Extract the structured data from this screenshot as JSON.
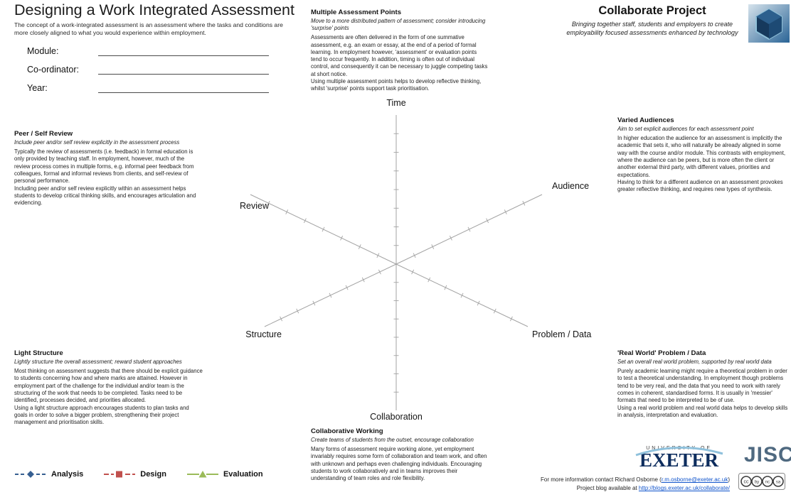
{
  "page": {
    "title": "Designing a Work Integrated Assessment",
    "subtitle": "The concept of a work-integrated assessment is an assessment where the tasks and conditions are more closely aligned to what you would experience within employment."
  },
  "form": {
    "fields": [
      {
        "label": "Module:"
      },
      {
        "label": "Co-ordinator:"
      },
      {
        "label": "Year:"
      }
    ]
  },
  "collaborate": {
    "title": "Collaborate Project",
    "tagline": "Bringing together staff, students and employers to create employability focused assessments enhanced by technology"
  },
  "blocks": {
    "multiple_assessment_points": {
      "heading": "Multiple Assessment Points",
      "guideline": "Move to a more distributed pattern of assessment; consider introducing 'surprise' points",
      "body": "Assessments are often delivered in the form of one summative assessment, e.g. an exam or essay, at the end of a period of formal learning. In employment however, 'assessment' or evaluation points tend to occur frequently. In addition, timing is often out of individual control, and consequently it can be necessary to juggle competing tasks at short notice.\nUsing multiple assessment points helps to develop reflective thinking, whilst 'surprise' points support task prioritisation."
    },
    "peer_self_review": {
      "heading": "Peer / Self Review",
      "guideline": "Include peer and/or self review explicitly in the assessment process",
      "body": "Typically the review of assessments (i.e. feedback) in formal education is only provided by teaching staff. In employment, however, much of the review process comes in multiple forms, e.g. informal peer feedback from colleagues, formal and informal reviews from clients, and self-review of personal performance.\nIncluding peer and/or self review explicitly within an assessment helps students to develop critical thinking skills, and encourages articulation and evidencing."
    },
    "varied_audiences": {
      "heading": "Varied Audiences",
      "guideline": "Aim to set explicit audiences for each assessment point",
      "body": "In higher education the audience for an assessment is implicitly the academic that sets it, who will naturally be already aligned in some way with the course and/or module. This contrasts with employment, where the audience can be peers, but is more often the client or another external third party, with different values, priorities and expectations.\nHaving to think for a different audience on an assessment provokes greater reflective thinking, and requires new types of synthesis."
    },
    "light_structure": {
      "heading": "Light Structure",
      "guideline": "Lightly structure the overall assessment; reward student approaches",
      "body": "Most thinking on assessment suggests that there should be explicit guidance to students concerning how and where marks are attained. However in employment part of the challenge for the individual and/or team is the structuring of the work that needs to be completed. Tasks need to be identified, processes decided, and priorities allocated.\nUsing a light structure approach encourages students to plan tasks and goals in order to solve a bigger problem, strengthening their project management and prioritisation skills."
    },
    "real_world_problem_data": {
      "heading": "'Real World' Problem / Data",
      "guideline": "Set an overall real world problem, supported by real world data",
      "body": "Purely academic learning might require a theoretical problem in order to test a theoretical understanding. In employment though problems tend to be very real, and the data that you need to work with rarely comes in coherent, standardised forms. It is usually in 'messier' formats that need to be interpreted to be of use.\nUsing a real world problem and real world data helps to develop skills in analysis, interpretation and evaluation."
    },
    "collaborative_working": {
      "heading": "Collaborative Working",
      "guideline": "Create teams of students from the outset, encourage collaboration",
      "body": "Many forms of assessment require working alone, yet employment invariably requires some form of collaboration and team work, and often with unknown and perhaps even challenging individuals. Encouraging students to work collaboratively and in teams improves their understanding of team roles and role flexibility."
    }
  },
  "chart_data": {
    "type": "radar",
    "axes": [
      "Time",
      "Audience",
      "Problem / Data",
      "Collaboration",
      "Structure",
      "Review"
    ],
    "ticks_per_axis": 7,
    "series": [
      {
        "name": "Analysis",
        "color": "#365f91",
        "marker": "diamond",
        "line_style": "dash-dot",
        "values": []
      },
      {
        "name": "Design",
        "color": "#c0504d",
        "marker": "square",
        "line_style": "dashed",
        "values": []
      },
      {
        "name": "Evaluation",
        "color": "#9bbb59",
        "marker": "triangle",
        "line_style": "solid",
        "values": []
      }
    ]
  },
  "footer": {
    "contact_prefix": "For more information contact Richard Osborne (",
    "contact_email": "r.m.osborne@exeter.ac.uk",
    "contact_suffix": ")",
    "blog_prefix": "Project blog available at ",
    "blog_url": "http://blogs.exeter.ac.uk/collaborate/"
  },
  "logos": {
    "university_of": "UNIVERSITY OF",
    "exeter": "EXETER",
    "exeter_color": "#0d2d5e",
    "jisc": "JISC",
    "jisc_color": "#4f6980"
  }
}
